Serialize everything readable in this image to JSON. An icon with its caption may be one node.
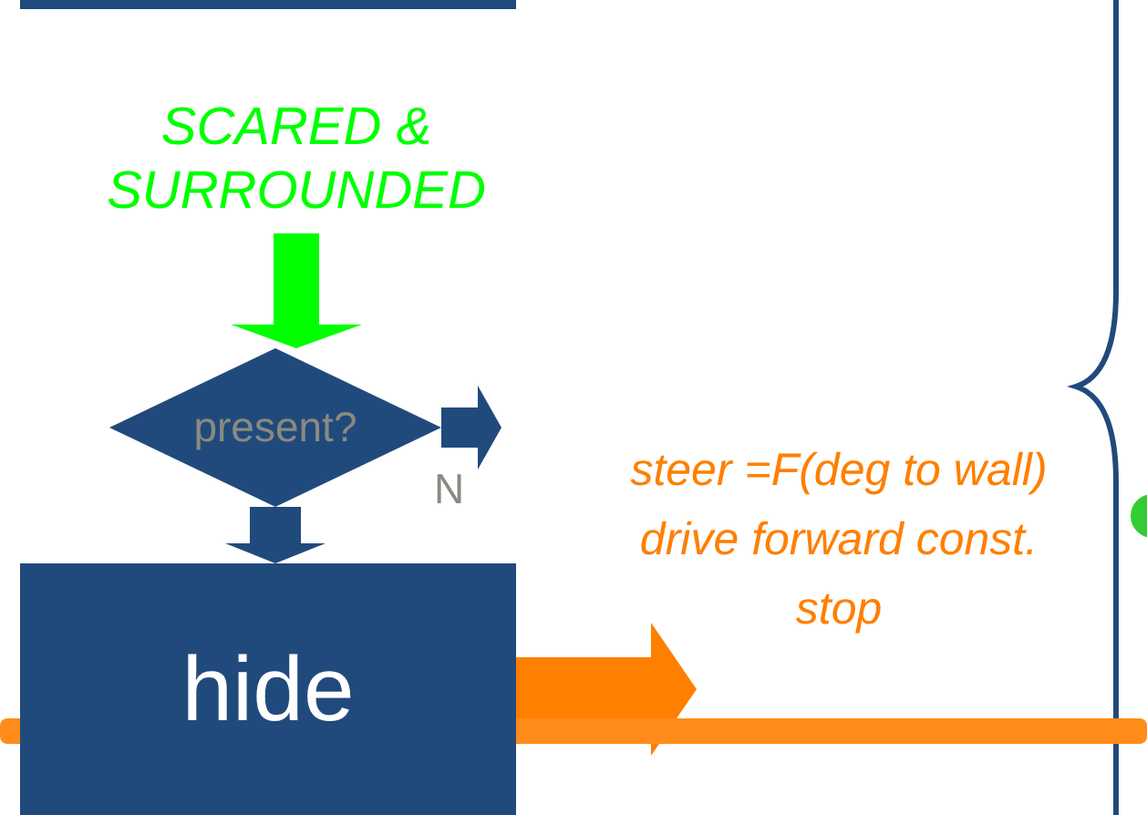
{
  "diagram": {
    "nodes": [
      {
        "text": [],
        "shape": "box"
      },
      {
        "text": [
          "SCARED & SURROUNDED"
        ]
      },
      {
        "text": [
          "present?"
        ]
      },
      {
        "text": [
          "hide"
        ]
      },
      {
        "text": [],
        "shape": "bar"
      }
    ],
    "edges": [
      {
        "from": 1,
        "to": 2,
        "arrow": "to",
        "style": "thick",
        "color": "#00ff00"
      },
      {
        "from": 2,
        "to": null,
        "arrow": "to",
        "style": "thick",
        "label": "N"
      },
      {
        "from": 2,
        "to": 3,
        "arrow": "to",
        "style": "thick"
      },
      {
        "from": 3,
        "to": null,
        "arrow": "to",
        "style": "thick",
        "color": "#ff7f00"
      }
    ],
    "labels": [
      "steer =F(deg to wall)",
      "drive forward const.",
      "stop"
    ]
  }
}
